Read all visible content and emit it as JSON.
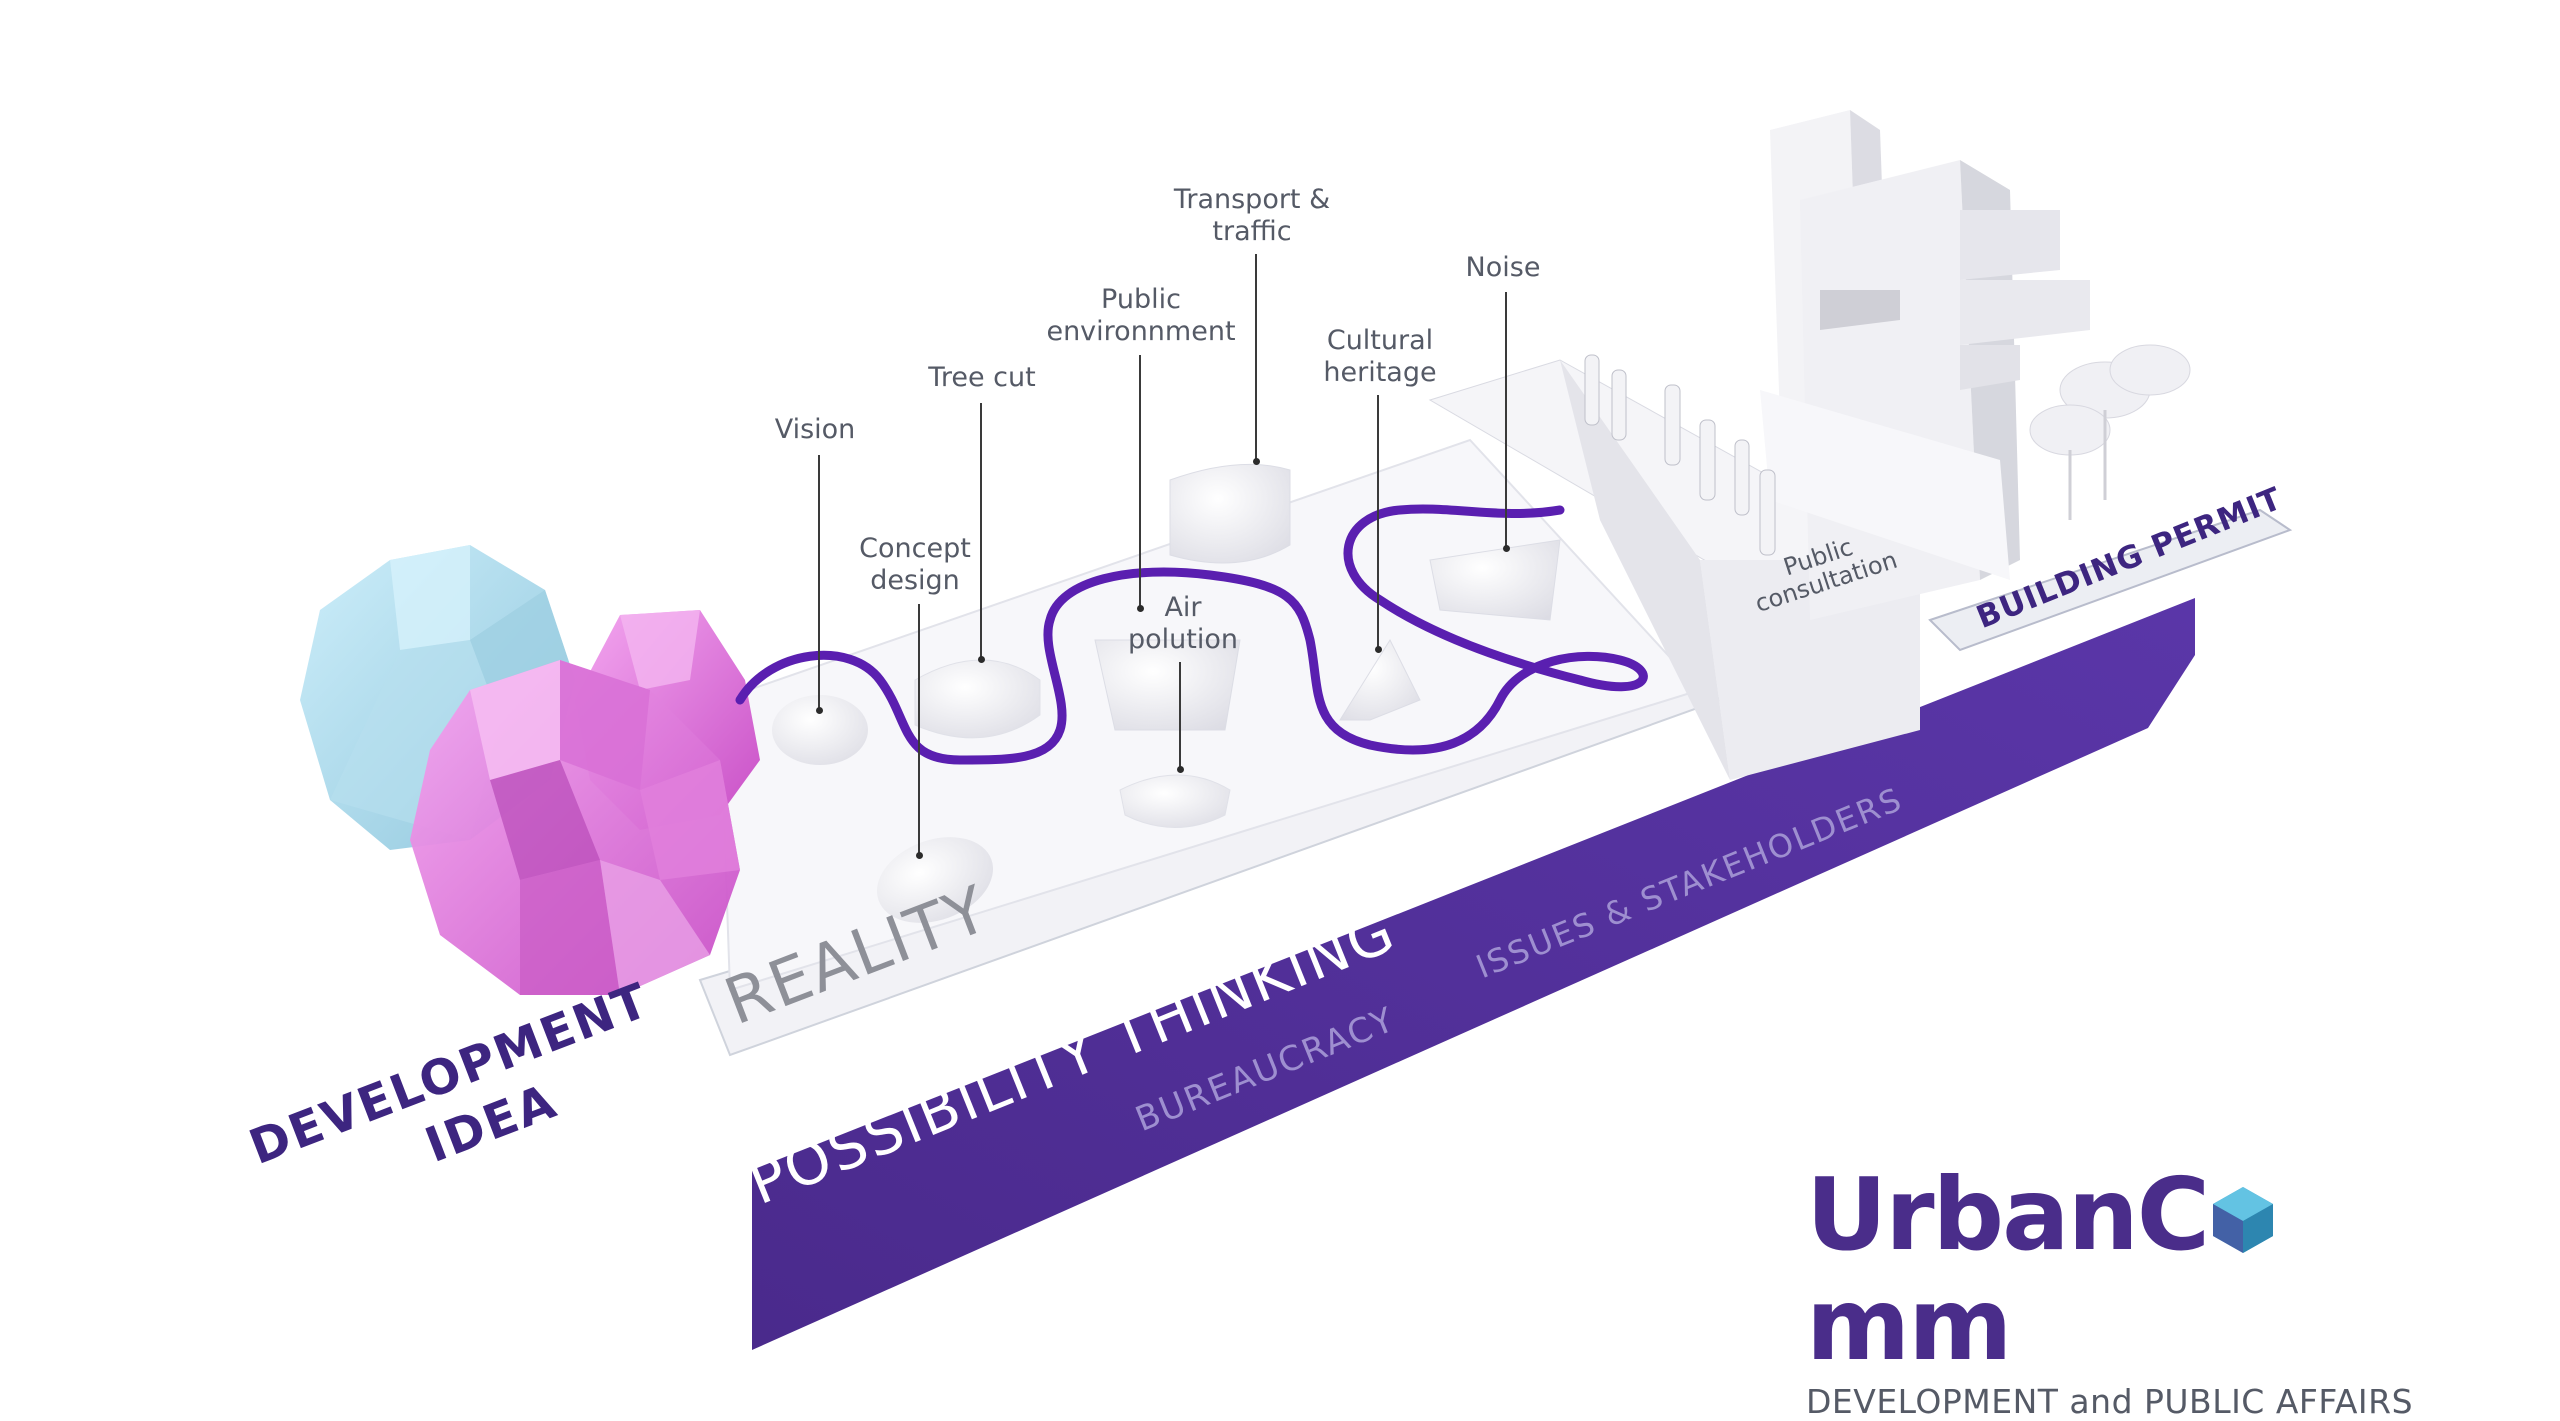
{
  "colors": {
    "accent": "#4a2d8a",
    "path": "#5a1fb0",
    "gem_pink": "#e070d8",
    "gem_blue": "#a9dcef",
    "platform": "#f4f4f7"
  },
  "stage_labels": {
    "development": "DEVELOPMENT",
    "idea": "IDEA",
    "reality": "REALITY",
    "possibility": "POSSIBILITY THINKING",
    "bureaucracy": "BUREAUCRACY",
    "issues": "ISSUES & STAKEHOLDERS",
    "public_consultation": "Public\nconsultation",
    "building_permit": "BUILDING PERMIT"
  },
  "callouts": [
    {
      "label": "Vision"
    },
    {
      "label": "Tree cut"
    },
    {
      "label": "Concept\ndesign"
    },
    {
      "label": "Public\nenvironnment"
    },
    {
      "label": "Air\npolution"
    },
    {
      "label": "Transport &\ntraffic"
    },
    {
      "label": "Cultural\nheritage"
    },
    {
      "label": "Noise"
    }
  ],
  "logo": {
    "name_part1": "UrbanC",
    "name_part2": "mm",
    "icon": "hexagon-cube-icon",
    "tagline": "DEVELOPMENT and PUBLIC AFFAIRS"
  }
}
